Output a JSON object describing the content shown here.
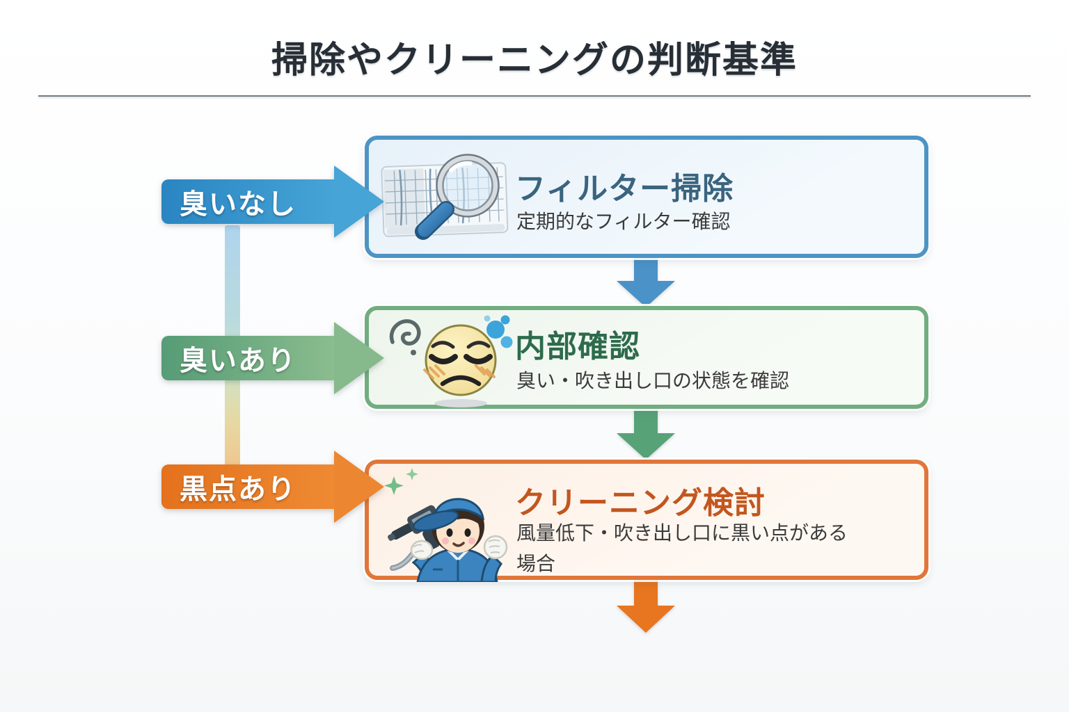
{
  "page": {
    "title": "掃除やクリーニングの判断基準"
  },
  "steps": [
    {
      "condition_label": "臭いなし",
      "box_title": "フィルター掃除",
      "description": "定期的なフィルター確認",
      "icon": "filter-magnifier-icon",
      "accent_color": "#4d94c4",
      "title_color": "#3a647f",
      "label_arrow_gradient": [
        "#2a85c2",
        "#46a4d6"
      ],
      "down_arrow_color": "#4a92c8"
    },
    {
      "condition_label": "臭いあり",
      "box_title": "内部確認",
      "description": "臭い・吹き出し口の状態を確認",
      "icon": "smelly-face-icon",
      "accent_color": "#71ad80",
      "title_color": "#2d6b4c",
      "label_arrow_gradient": [
        "#569c76",
        "#8abc8e"
      ],
      "down_arrow_color": "#57a377"
    },
    {
      "condition_label": "黒点あり",
      "box_title": "クリーニング検討",
      "description": "風量低下・吹き出し口に黒い点がある場合",
      "icon": "worker-cleaning-icon",
      "accent_color": "#e0763a",
      "title_color": "#c2561f",
      "label_arrow_gradient": [
        "#e4711d",
        "#ee8a33"
      ],
      "down_arrow_color": "#e8751f"
    }
  ],
  "connector_line_gradient": [
    "#aed4ec",
    "#cde4c8",
    "#f1c48c"
  ]
}
